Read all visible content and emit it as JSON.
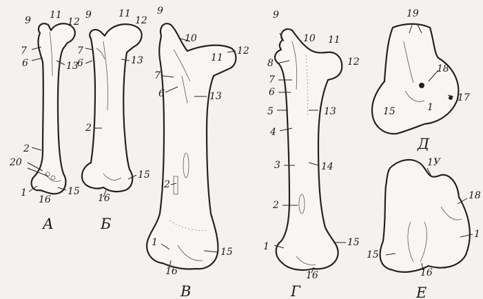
{
  "figures": [
    {
      "id": "A",
      "letter": "А",
      "labels": [
        "9",
        "11",
        "12",
        "7",
        "6",
        "13",
        "2",
        "20",
        "1",
        "16",
        "15"
      ]
    },
    {
      "id": "B",
      "letter": "Б",
      "labels": [
        "9",
        "11",
        "12",
        "7",
        "6",
        "13",
        "2",
        "16",
        "15"
      ]
    },
    {
      "id": "V",
      "letter": "В",
      "labels": [
        "9",
        "10",
        "11",
        "12",
        "7",
        "6",
        "13",
        "2",
        "1",
        "16",
        "15"
      ]
    },
    {
      "id": "G",
      "letter": "Г",
      "labels": [
        "9",
        "10",
        "11",
        "8",
        "12",
        "7",
        "6",
        "5",
        "4",
        "13",
        "3",
        "14",
        "2",
        "1",
        "16",
        "15"
      ]
    },
    {
      "id": "D",
      "letter": "Д",
      "labels": [
        "19",
        "18",
        "17",
        "15",
        "1"
      ]
    },
    {
      "id": "E",
      "letter": "Е",
      "labels": [
        "1У",
        "18",
        "1",
        "15",
        "16"
      ]
    }
  ]
}
